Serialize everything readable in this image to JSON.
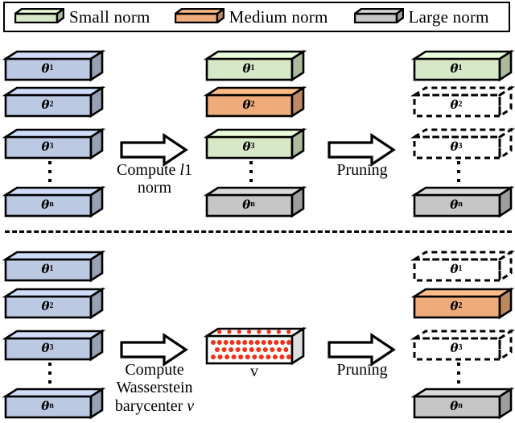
{
  "legend": {
    "items": [
      {
        "label": "Small norm",
        "color": "#d6e8c6",
        "icon": "box3d-icon"
      },
      {
        "label": "Medium norm",
        "color": "#eeab7b",
        "icon": "box3d-icon"
      },
      {
        "label": "Large norm",
        "color": "#c6c6c6",
        "icon": "box3d-icon"
      }
    ]
  },
  "colors": {
    "blue": "#bcc9e3",
    "green": "#d6e8c6",
    "orange": "#eeab7b",
    "gray": "#c6c6c6",
    "white": "#ffffff",
    "dot": "#f03018",
    "outline": "#000000"
  },
  "rows": {
    "labels": [
      "θ1",
      "θ2",
      "θ3",
      "θn"
    ],
    "label_base": "θ",
    "label_subs": [
      "1",
      "2",
      "3",
      "n"
    ],
    "ellipsis": "⋮"
  },
  "top_section": {
    "input_column": {
      "name": "theta-stack-input",
      "boxes": [
        {
          "label_sub": "1",
          "fill": "blue",
          "state": "solid"
        },
        {
          "label_sub": "2",
          "fill": "blue",
          "state": "solid"
        },
        {
          "label_sub": "3",
          "fill": "blue",
          "state": "solid"
        },
        {
          "label_sub": "n",
          "fill": "blue",
          "state": "solid"
        }
      ]
    },
    "arrow1": {
      "name": "compute-l1-arrow",
      "caption_lines": [
        "Compute l1",
        "norm"
      ],
      "italic_token": "l"
    },
    "norm_column": {
      "name": "theta-stack-norm",
      "boxes": [
        {
          "label_sub": "1",
          "fill": "green",
          "state": "solid"
        },
        {
          "label_sub": "2",
          "fill": "orange",
          "state": "solid"
        },
        {
          "label_sub": "3",
          "fill": "green",
          "state": "solid"
        },
        {
          "label_sub": "n",
          "fill": "gray",
          "state": "solid"
        }
      ]
    },
    "arrow2": {
      "name": "pruning-arrow",
      "caption_lines": [
        "Pruning"
      ]
    },
    "pruned_column": {
      "name": "theta-stack-pruned",
      "boxes": [
        {
          "label_sub": "1",
          "fill": "green",
          "state": "solid"
        },
        {
          "label_sub": "2",
          "fill": "none",
          "state": "dashed"
        },
        {
          "label_sub": "3",
          "fill": "none",
          "state": "dashed"
        },
        {
          "label_sub": "n",
          "fill": "gray",
          "state": "solid"
        }
      ]
    }
  },
  "bottom_section": {
    "input_column": {
      "name": "theta-stack-input-lower",
      "boxes": [
        {
          "label_sub": "1",
          "fill": "blue",
          "state": "solid"
        },
        {
          "label_sub": "2",
          "fill": "blue",
          "state": "solid"
        },
        {
          "label_sub": "3",
          "fill": "blue",
          "state": "solid"
        },
        {
          "label_sub": "n",
          "fill": "blue",
          "state": "solid"
        }
      ]
    },
    "arrow1": {
      "name": "compute-barycenter-arrow",
      "caption_lines": [
        "Compute",
        "Wasserstein",
        "barycenter v"
      ],
      "italic_token": "v"
    },
    "barycenter": {
      "name": "barycenter-box",
      "fill": "white",
      "dot_color": "#f03018",
      "caption": "v"
    },
    "arrow2": {
      "name": "pruning-arrow-lower",
      "caption_lines": [
        "Pruning"
      ]
    },
    "pruned_column": {
      "name": "theta-stack-pruned-lower",
      "boxes": [
        {
          "label_sub": "1",
          "fill": "none",
          "state": "dashed"
        },
        {
          "label_sub": "2",
          "fill": "orange",
          "state": "solid"
        },
        {
          "label_sub": "3",
          "fill": "none",
          "state": "dashed"
        },
        {
          "label_sub": "n",
          "fill": "gray",
          "state": "solid"
        }
      ]
    }
  }
}
